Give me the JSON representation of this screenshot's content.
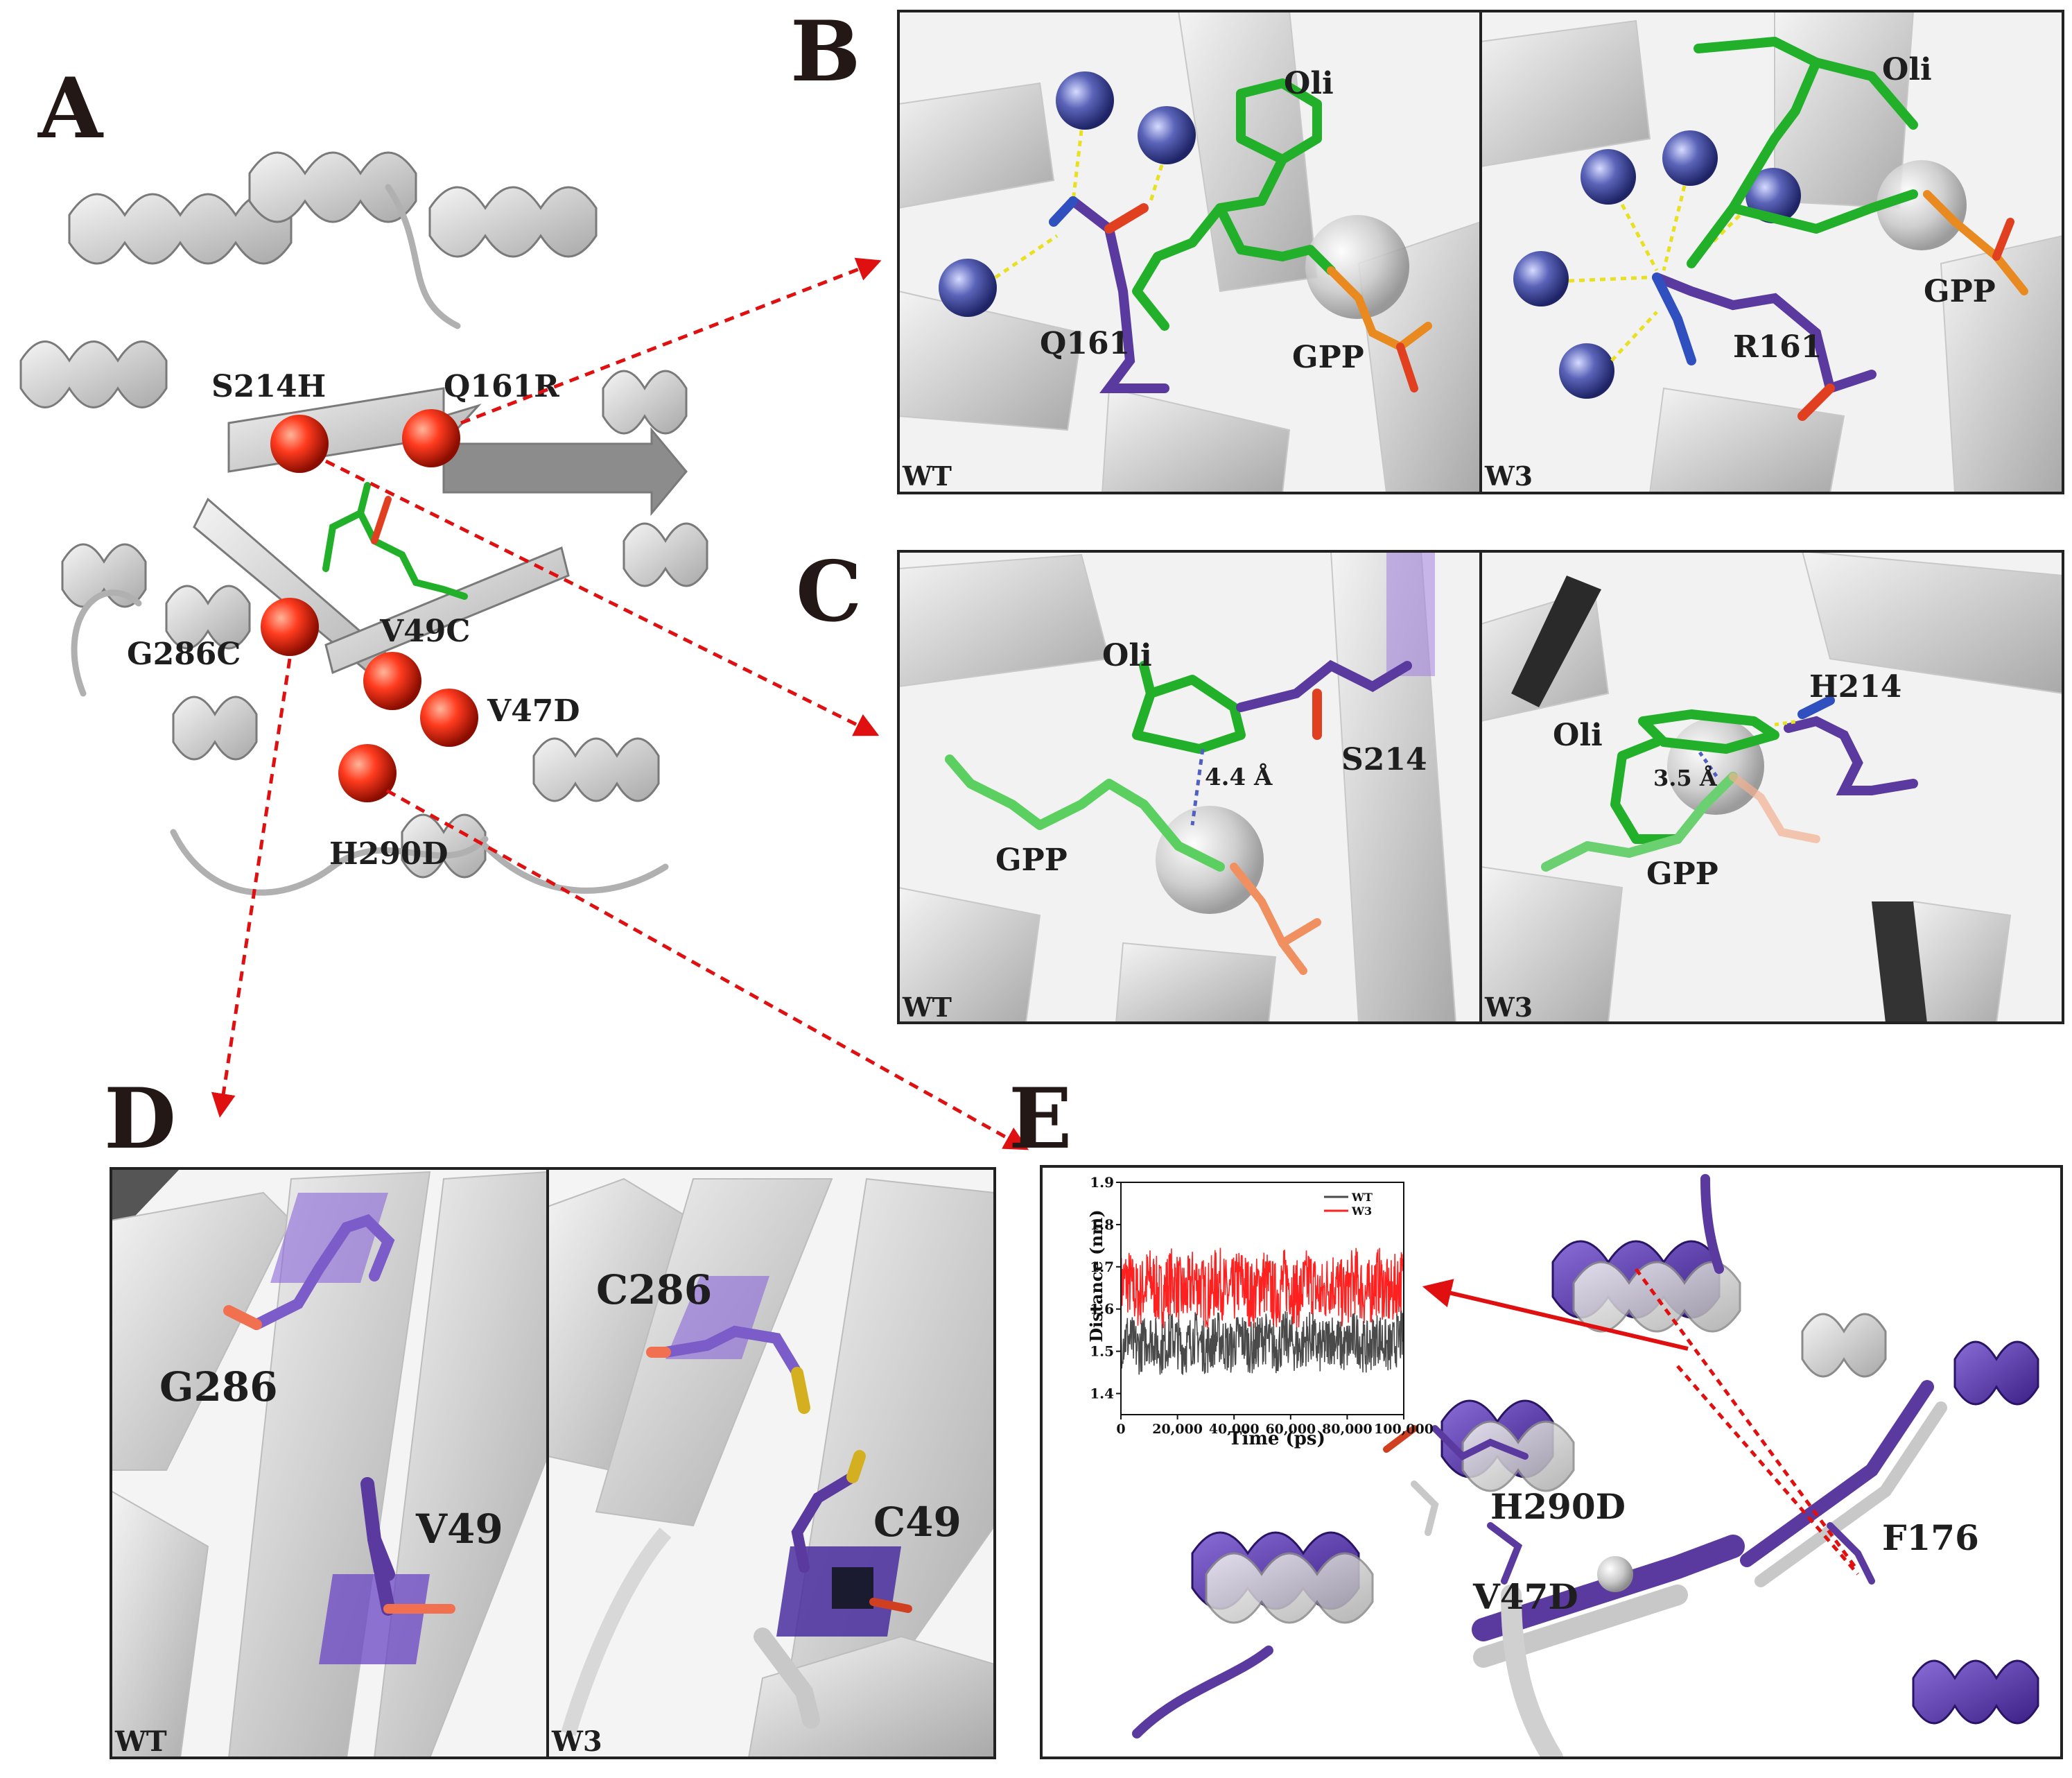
{
  "panels": {
    "A": {
      "letter": "A",
      "mutations": [
        "S214H",
        "Q161R",
        "G286C",
        "V49C",
        "V47D",
        "H290D"
      ]
    },
    "B": {
      "letter": "B",
      "wt": {
        "tag": "WT",
        "labels": [
          "Oli",
          "Q161",
          "GPP"
        ]
      },
      "w3": {
        "tag": "W3",
        "labels": [
          "Oli",
          "R161",
          "GPP"
        ]
      }
    },
    "C": {
      "letter": "C",
      "wt": {
        "tag": "WT",
        "labels": [
          "Oli",
          "S214",
          "GPP"
        ],
        "distance": "4.4 Å"
      },
      "w3": {
        "tag": "W3",
        "labels": [
          "Oli",
          "H214",
          "GPP"
        ],
        "distance": "3.5 Å"
      }
    },
    "D": {
      "letter": "D",
      "wt": {
        "tag": "WT",
        "labels": [
          "G286",
          "V49"
        ]
      },
      "w3": {
        "tag": "W3",
        "labels": [
          "C286",
          "C49"
        ]
      }
    },
    "E": {
      "letter": "E",
      "labels": [
        "H290D",
        "V47D",
        "F176"
      ]
    }
  },
  "colors": {
    "wt_series": "#4a4a4a",
    "w3_series": "#ff2020",
    "mutation_sphere": "#ff3b1f",
    "water_sphere": "#5a63b8",
    "ligand": "#22b02a",
    "residue": "#5a3a9e",
    "arrow": "#e01010"
  },
  "chart_data": {
    "type": "line",
    "xlabel": "Time (ps)",
    "ylabel": "Distance (nm)",
    "xlim": [
      0,
      100000
    ],
    "ylim": [
      1.35,
      1.9
    ],
    "xticks": [
      "0",
      "20,000",
      "40,000",
      "60,000",
      "80,000",
      "100,000"
    ],
    "yticks": [
      "1.4",
      "1.5",
      "1.6",
      "1.7",
      "1.8",
      "1.9"
    ],
    "legend": "top-right",
    "series": [
      {
        "name": "WT",
        "mean": 1.52,
        "range": [
          1.43,
          1.6
        ]
      },
      {
        "name": "W3",
        "mean": 1.65,
        "range": [
          1.55,
          1.77
        ]
      }
    ]
  }
}
